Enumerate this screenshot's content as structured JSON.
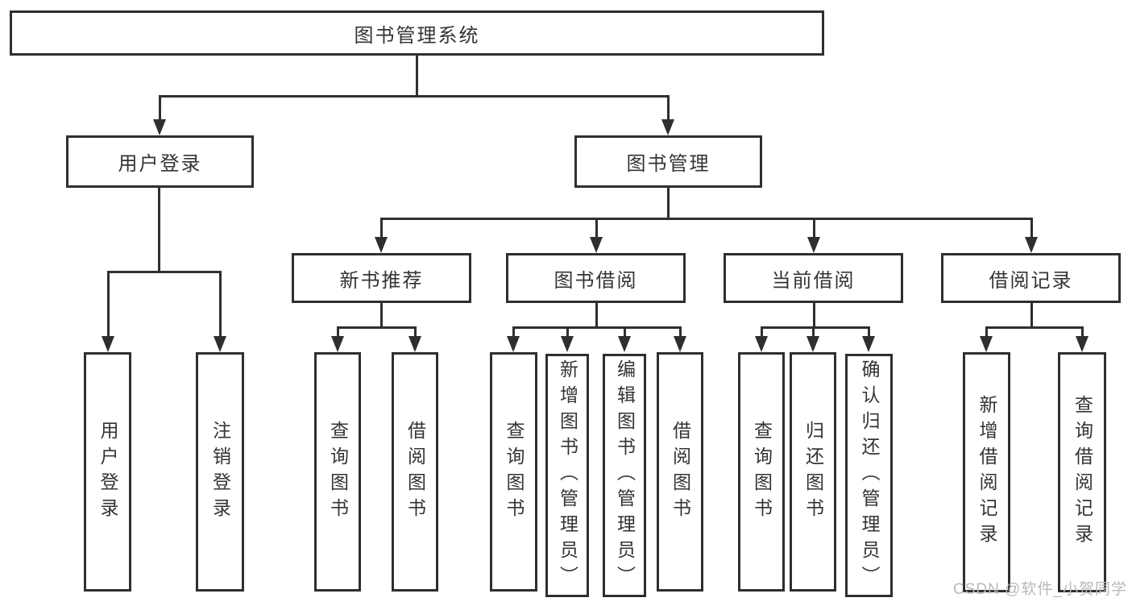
{
  "colors": {
    "background": "#ffffff",
    "line": "#2f2f2f",
    "text": "#343434",
    "watermark": "#b9b9b9"
  },
  "watermark": "CSDN @软件_小贺同学",
  "tree": {
    "label": "图书管理系统",
    "children": [
      {
        "label": "用户登录",
        "children": [
          {
            "label": "用户登录"
          },
          {
            "label": "注销登录"
          }
        ]
      },
      {
        "label": "图书管理",
        "children": [
          {
            "label": "新书推荐",
            "children": [
              {
                "label": "查询图书"
              },
              {
                "label": "借阅图书"
              }
            ]
          },
          {
            "label": "图书借阅",
            "children": [
              {
                "label": "查询图书"
              },
              {
                "label": "新增图书（管理员）"
              },
              {
                "label": "编辑图书（管理员）"
              },
              {
                "label": "借阅图书"
              }
            ]
          },
          {
            "label": "当前借阅",
            "children": [
              {
                "label": "查询图书"
              },
              {
                "label": "归还图书"
              },
              {
                "label": "确认归还（管理员）"
              }
            ]
          },
          {
            "label": "借阅记录",
            "children": [
              {
                "label": "新增借阅记录"
              },
              {
                "label": "查询借阅记录"
              }
            ]
          }
        ]
      }
    ]
  }
}
